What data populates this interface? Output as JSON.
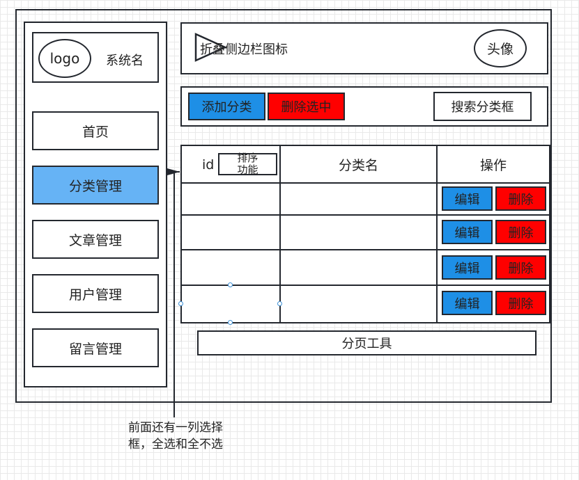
{
  "sidebar": {
    "logo": "logo",
    "system_name": "系统名",
    "items": [
      {
        "label": "首页"
      },
      {
        "label": "分类管理"
      },
      {
        "label": "文章管理"
      },
      {
        "label": "用户管理"
      },
      {
        "label": "留言管理"
      }
    ]
  },
  "header": {
    "toggle_label": "折叠侧边栏图标",
    "avatar": "头像"
  },
  "toolbar": {
    "add": "添加分类",
    "delete_selected": "删除选中",
    "search": "搜索分类框"
  },
  "table": {
    "col_id": "id",
    "sort_label": "排序\n功能",
    "col_name": "分类名",
    "col_ops": "操作",
    "edit": "编辑",
    "delete": "删除"
  },
  "pagination": "分页工具",
  "annotation": "前面还有一列选择框，全选和全不选",
  "colors": {
    "blue_button": "#1e8fe6",
    "red_button": "#ff0000",
    "active_nav": "#66b3f5",
    "border": "#23272e"
  }
}
